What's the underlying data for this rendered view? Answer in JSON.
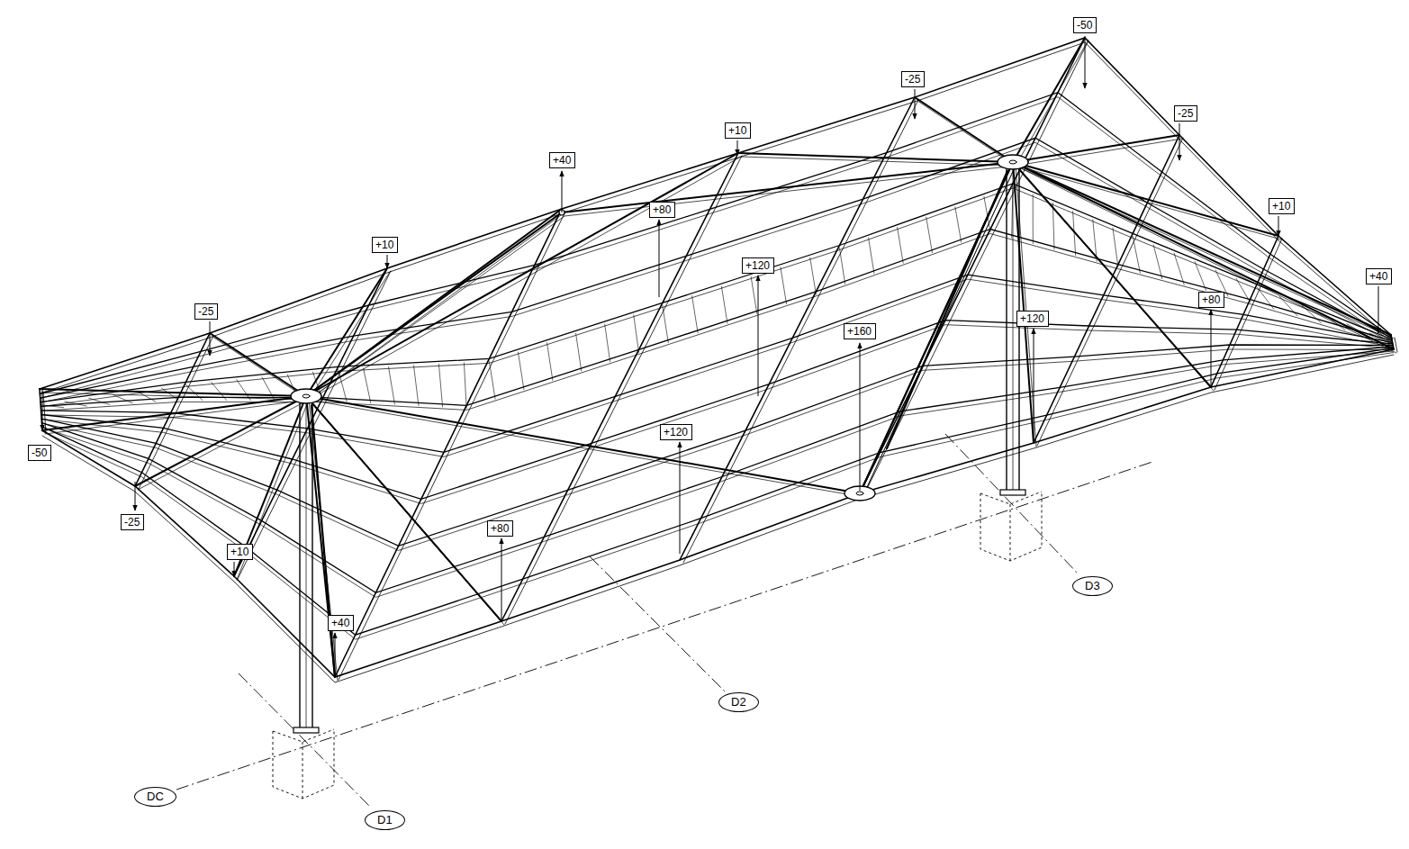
{
  "diagram": {
    "nodes": [
      {
        "text": [
          "-50"
        ]
      },
      {
        "text": [
          "-25"
        ]
      },
      {
        "text": [
          "-25"
        ]
      },
      {
        "text": [
          "+10"
        ]
      },
      {
        "text": [
          "+40"
        ]
      },
      {
        "text": [
          "+10"
        ]
      },
      {
        "text": [
          "+80"
        ]
      },
      {
        "text": [
          "+10"
        ]
      },
      {
        "text": [
          "+120"
        ]
      },
      {
        "text": [
          "+40"
        ]
      },
      {
        "text": [
          "+80"
        ]
      },
      {
        "text": [
          "-25"
        ]
      },
      {
        "text": [
          "+120"
        ]
      },
      {
        "text": [
          "+160"
        ]
      },
      {
        "text": [
          "+120"
        ]
      },
      {
        "text": [
          "-50"
        ]
      },
      {
        "text": [
          "-25"
        ]
      },
      {
        "text": [
          "+80"
        ]
      },
      {
        "text": [
          "+10"
        ]
      },
      {
        "text": [
          "D3"
        ]
      },
      {
        "text": [
          "+40"
        ]
      },
      {
        "text": [
          "D2"
        ]
      },
      {
        "text": [
          "DC"
        ]
      },
      {
        "text": [
          "D1"
        ]
      }
    ]
  }
}
